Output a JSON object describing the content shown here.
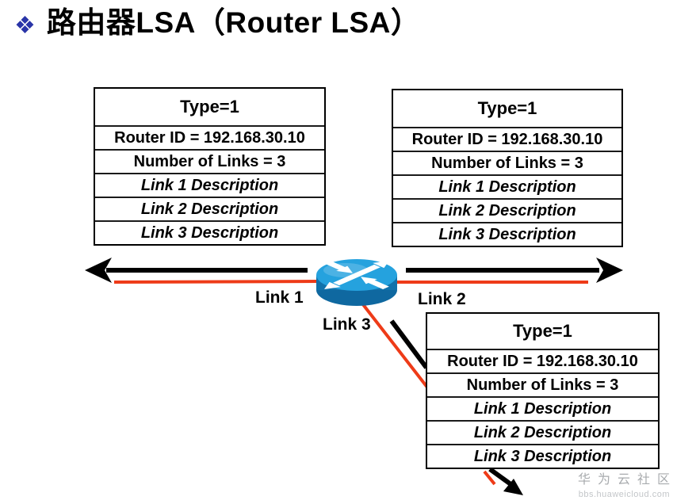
{
  "title": {
    "bullet_glyph": "❖",
    "text": "路由器LSA（Router LSA）"
  },
  "tables": [
    {
      "id": "left",
      "rows": [
        "Type=1",
        "Router ID = 192.168.30.10",
        "Number of Links = 3",
        "Link 1 Description",
        "Link 2 Description",
        "Link 3 Description"
      ]
    },
    {
      "id": "right",
      "rows": [
        "Type=1",
        "Router ID = 192.168.30.10",
        "Number of Links = 3",
        "Link 1 Description",
        "Link 2 Description",
        "Link 3 Description"
      ]
    },
    {
      "id": "bottom",
      "rows": [
        "Type=1",
        "Router ID = 192.168.30.10",
        "Number of Links = 3",
        "Link 1 Description",
        "Link 2 Description",
        "Link 3 Description"
      ]
    }
  ],
  "links": {
    "link1": "Link 1",
    "link2": "Link 2",
    "link3": "Link 3"
  },
  "watermark": {
    "community": "华为云社区",
    "site": "bbs.huaweicloud.com"
  },
  "icons": {
    "router": "cisco-router-icon",
    "bullet": "diamond-bullet-icon"
  },
  "colors": {
    "line_red": "#ee3b18",
    "line_black": "#000000",
    "router_top": "#25a2de",
    "router_body": "#1172ab",
    "router_bottom": "#0f68a0",
    "bullet_blue": "#2a35a8",
    "watermark_gray": "#a8abae"
  }
}
